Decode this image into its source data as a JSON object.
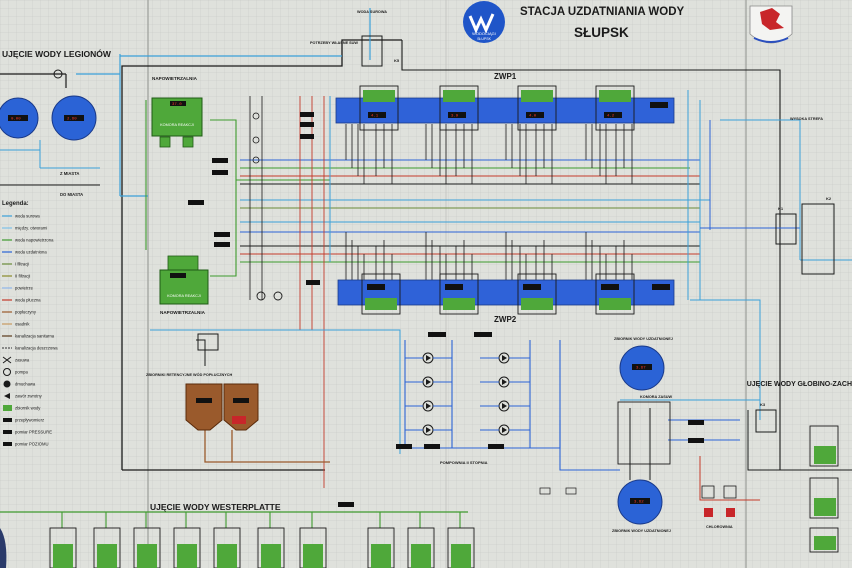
{
  "header": {
    "title_line1": "STACJA UZDATNIANIA WODY",
    "title_line2": "SŁUPSK",
    "logo_text": "WODOCIĄGI",
    "logo_subtext": "SŁUPSK",
    "coat_of_arms_icon": "griffin-coat-of-arms-icon",
    "logo_icon": "water-drop-w-logo-icon"
  },
  "labels": {
    "intake_legionow": "UJĘCIE WODY LEGIONÓW",
    "intake_westerplatte": "UJĘCIE WODY WESTERPLATTE",
    "intake_globino": "UJĘCIE WODY GŁOBINO-ZACH",
    "zwp1": "ZWP1",
    "zwp2": "ZWP2",
    "napowietrzalnia_top": "NAPOWIETRZALNIA",
    "komora_reakcji_top": "KOMORA REAKCJI",
    "komora_reakcji_bottom": "KOMORA REAKCJI",
    "napowietrzalnia_bottom": "NAPOWIETRZALNIA",
    "zbiorniki_retencyjne": "ZBIORNIKI RETENCYJNE WÓD POPŁUCZNYCH",
    "pompownia": "POMPOWNIA II STOPNIA",
    "zbiornik_top": "ZBIORNIK WODY UZDATNIONEJ",
    "zbiornik_bottom": "ZBIORNIK WODY UZDATNIONEJ",
    "komora_zasuw": "KOMORA ZASUW",
    "chlorownia": "CHLOROWNIA",
    "woda_surowa": "WODA SUROWA",
    "potrzeby_wlasne": "POTRZEBY WŁASNE SUW",
    "wysoka_strefa": "WYSOKA STREFA",
    "z_miasta": "Z MIASTA",
    "do_miasta": "DO MIASTA",
    "legenda": "Legenda:",
    "k5": "K5",
    "k6": "K6",
    "k1": "K1",
    "k2": "K2",
    "k3": "K3"
  },
  "legend_items": [
    "woda surowa",
    "między. otworami",
    "woda napowietrzona",
    "woda uzdatniona",
    "I filtracji",
    "II filtracji",
    "powietrze",
    "woda płuczna",
    "popłuczyny",
    "osadnik",
    "kanalizacja sanitarna",
    "kanalizacja deszczowa",
    "zasuwa",
    "pompa",
    "dmuchawa",
    "zawór zwrotny",
    "zbiornik wody",
    "przepływomierz",
    "pomiar PRESSURE",
    "pomiar POZIOMU"
  ],
  "colors": {
    "board": "#dfe1dc",
    "blue_filter_bar": "#2f62d8",
    "green_tank": "#4fa83a",
    "brown_tank": "#9a5a2c",
    "reservoir_blue": "#2b63d6",
    "red_line": "#c43a2a",
    "green_line": "#3e9a2e",
    "black_line": "#1a1a1a",
    "cyan_line": "#3aa0d8"
  }
}
